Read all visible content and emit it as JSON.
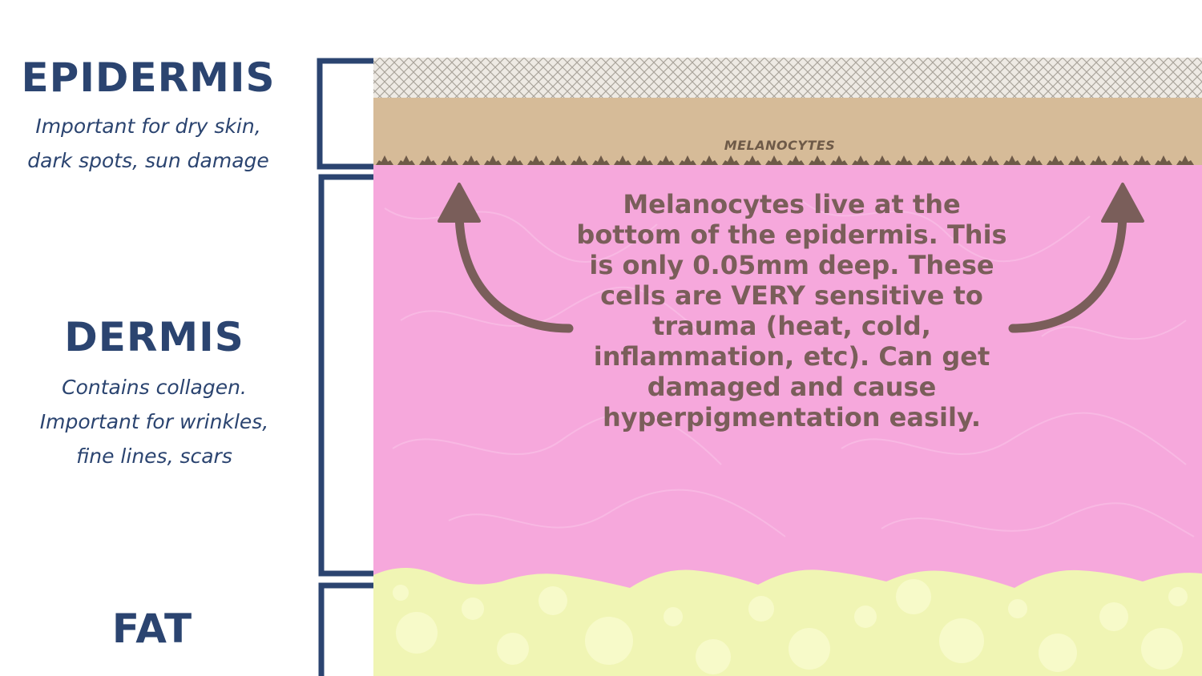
{
  "layers": {
    "epidermis": {
      "title": "EPIDERMIS",
      "description_lines": [
        "Important for dry skin,",
        "dark spots, sun damage"
      ]
    },
    "dermis": {
      "title": "DERMIS",
      "description_lines": [
        "Contains collagen.",
        "Important for wrinkles,",
        "fine lines, scars"
      ]
    },
    "fat": {
      "title": "FAT"
    }
  },
  "diagram": {
    "melanocytes_label": "MELANOCYTES",
    "info_text": "Melanocytes live at the bottom of the epidermis. This is only 0.05mm deep. These cells are VERY sensitive to trauma (heat, cold, inflammation, etc). Can get damaged and cause hyperpigmentation easily."
  },
  "colors": {
    "label_navy": "#2b4470",
    "surface_mesh": "#e8e4de",
    "epidermis_tan": "#d6bb98",
    "melanocyte_brown": "#6e5a48",
    "dermis_pink": "#f6a8dc",
    "fat_yellow": "#f0f5b4",
    "arrow_brown": "#7a5e5a"
  }
}
